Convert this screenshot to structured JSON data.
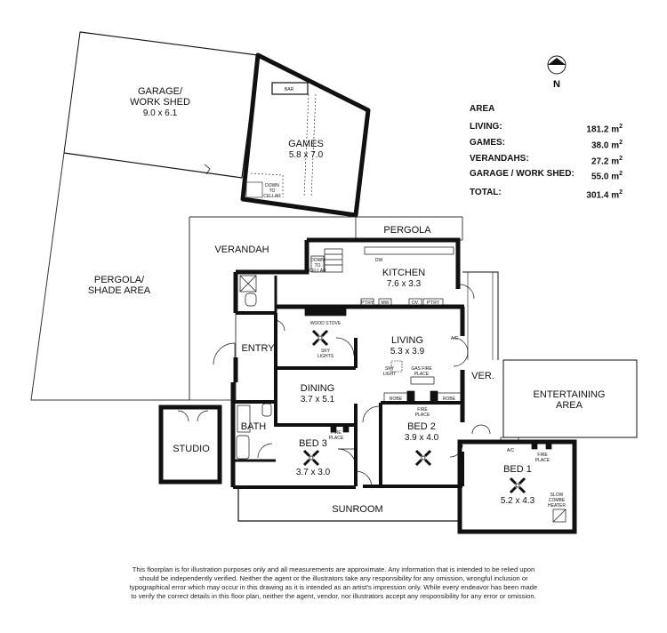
{
  "rooms": {
    "garage": {
      "name_line1": "GARAGE/",
      "name_line2": "WORK SHED",
      "dims": "9.0 x 6.1"
    },
    "games": {
      "name": "GAMES",
      "dims": "5.8 x 7.0"
    },
    "pergola_shade": {
      "name_line1": "PERGOLA/",
      "name_line2": "SHADE AREA"
    },
    "verandah": {
      "name": "VERANDAH"
    },
    "pergola": {
      "name": "PERGOLA"
    },
    "kitchen": {
      "name": "KITCHEN",
      "dims": "7.6 x 3.3"
    },
    "living": {
      "name": "LIVING",
      "dims": "5.3 x 3.9"
    },
    "entry": {
      "name": "ENTRY"
    },
    "dining": {
      "name": "DINING",
      "dims": "3.7 x 5.1"
    },
    "ver": {
      "name": "VER."
    },
    "entertaining": {
      "name_line1": "ENTERTAINING",
      "name_line2": "AREA"
    },
    "bath": {
      "name": "BATH"
    },
    "studio": {
      "name": "STUDIO"
    },
    "bed3": {
      "name": "BED 3",
      "dims": "3.7 x 3.0"
    },
    "bed2": {
      "name": "BED 2",
      "dims": "3.9 x 4.0"
    },
    "bed1": {
      "name": "BED 1",
      "dims": "5.2 x 4.3"
    },
    "sunroom": {
      "name": "SUNROOM"
    }
  },
  "labels": {
    "bar": "BAR",
    "down_to_cellar_games_1": "DOWN",
    "down_to_cellar_games_2": "TO",
    "down_to_cellar_games_3": "CELLAR",
    "down_to_cellar_house_1": "DOWN",
    "down_to_cellar_house_2": "TO",
    "down_to_cellar_house_3": "CELLAR",
    "dw": "DW",
    "ptry1": "P'TRY",
    "mw": "MW",
    "ov": "OV.",
    "ptry2": "P'TRY",
    "wood_stove": "WOOD STOVE",
    "sky_lights_1": "SKY",
    "sky_lights_2": "LIGHTS",
    "sky_light_1": "SKY",
    "sky_light_2": "LIGHT",
    "gas_fire_place_1": "GAS FIRE",
    "gas_fire_place_2": "PLACE",
    "ac_living": "A/C",
    "robe1": "ROBE",
    "robe2": "ROBE",
    "fire_place_bed2_1": "FIRE",
    "fire_place_bed2_2": "PLACE",
    "fire_place_bed3_1": "FIRE",
    "fire_place_bed3_2": "PLACE",
    "ac_bed1": "A/C",
    "fire_place_bed1_1": "FIRE",
    "fire_place_bed1_2": "PLACE",
    "slow_combe_1": "SLOW",
    "slow_combe_2": "COMBE",
    "slow_combe_3": "HEATER"
  },
  "compass": {
    "label": "N"
  },
  "area": {
    "title": "AREA",
    "rows": [
      {
        "label": "LIVING:",
        "value": "181.2 m",
        "sup": "2"
      },
      {
        "label": "GAMES:",
        "value": "38.0 m",
        "sup": "2"
      },
      {
        "label": "VERANDAHS:",
        "value": "27.2 m",
        "sup": "2"
      },
      {
        "label": "GARAGE / WORK SHED:",
        "value": "55.0 m",
        "sup": "2"
      }
    ],
    "total": {
      "label": "TOTAL:",
      "value": "301.4 m",
      "sup": "2"
    }
  },
  "disclaimer": {
    "line1": "This floorplan is for illustration purposes only and all measurements are approximate. Any information that is intended to be relied upon",
    "line2": "should be independently verified. Neither the agent or the illustrators take any responsibility for any omission, wrongful inclusion or",
    "line3": "typographical error which may occur in this drawing as it is intended as an artist's impression only. While every endeavor has been made",
    "line4": "to verify the correct details in this floor plan, neither the agent, vendor, nor illustrators accept any responsibility for any error or omission."
  }
}
